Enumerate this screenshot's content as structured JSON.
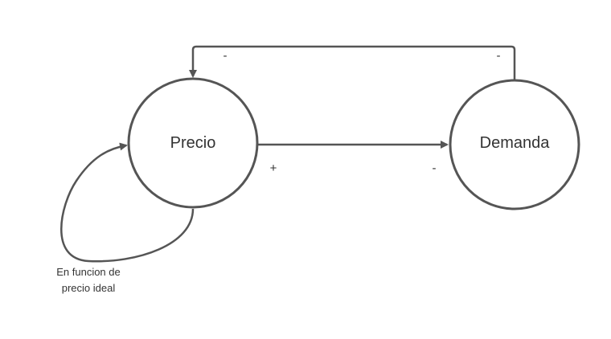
{
  "nodes": {
    "precio": {
      "label": "Precio"
    },
    "demanda": {
      "label": "Demanda"
    }
  },
  "edges": {
    "precio_to_demanda": {
      "sign_source": "+",
      "sign_target": "-"
    },
    "demanda_to_precio": {
      "sign_source": "-",
      "sign_target": "-"
    },
    "precio_self_loop": {
      "note_line1": "En funcion de",
      "note_line2": "precio ideal"
    }
  },
  "colors": {
    "stroke": "#555555",
    "text": "#333333",
    "background": "#ffffff"
  }
}
